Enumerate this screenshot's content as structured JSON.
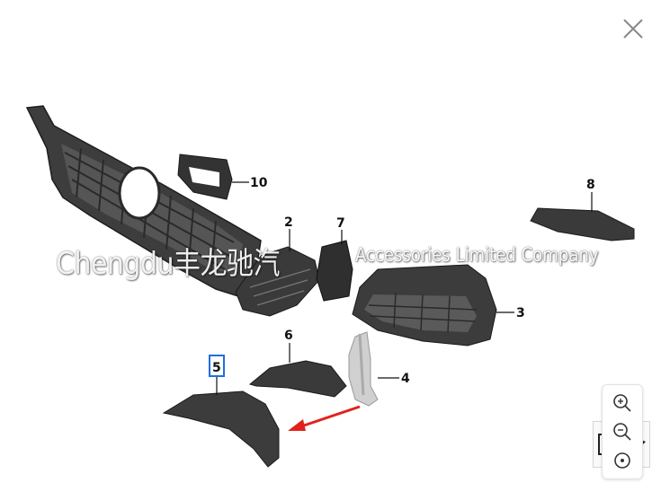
{
  "viewer": {
    "close_icon": "close-icon",
    "zoom_in_icon": "zoom-in-icon",
    "zoom_out_icon": "zoom-out-icon",
    "reset_icon": "target-icon"
  },
  "diagram": {
    "callouts": [
      "10",
      "2",
      "7",
      "8",
      "3",
      "6",
      "4",
      "5"
    ],
    "highlight_color": "#1e6fe0",
    "arrow_color": "#e0221c"
  },
  "watermark": {
    "left_text": "Chengdu丰龙驰汽",
    "right_text": "Accessories Limited Company"
  }
}
